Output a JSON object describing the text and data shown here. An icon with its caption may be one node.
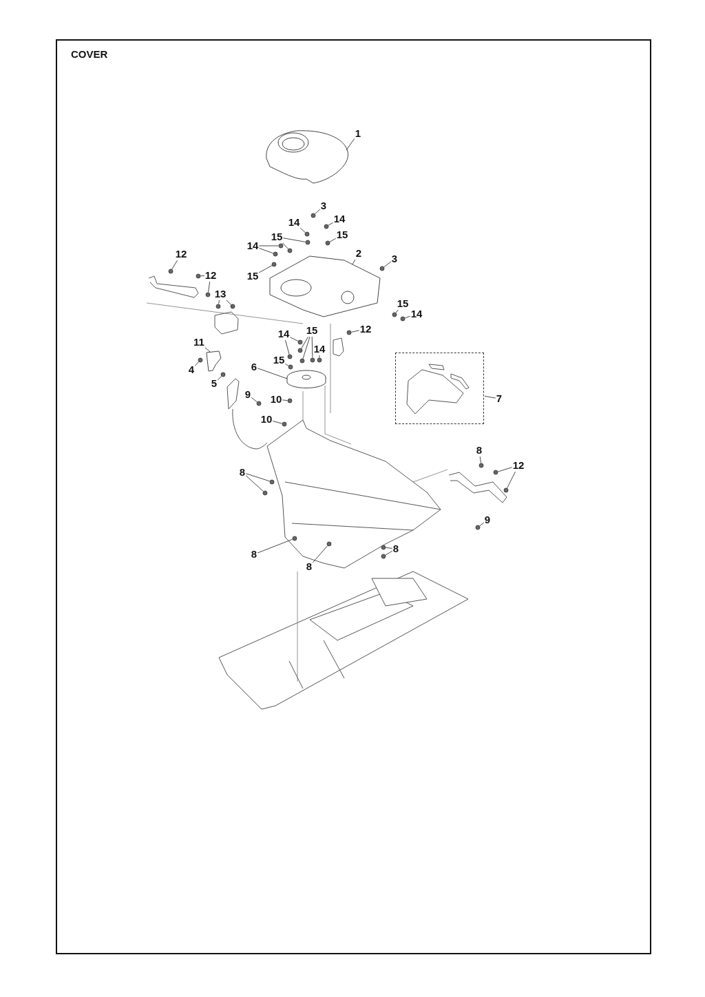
{
  "diagram": {
    "title": "COVER",
    "nodes": [
      {
        "text": [
          "1"
        ]
      },
      {
        "text": [
          "3"
        ]
      },
      {
        "text": [
          "14"
        ]
      },
      {
        "text": [
          "14"
        ]
      },
      {
        "text": [
          "15"
        ]
      },
      {
        "text": [
          "15"
        ]
      },
      {
        "text": [
          "14"
        ]
      },
      {
        "text": [
          "15"
        ]
      },
      {
        "text": [
          "2"
        ]
      },
      {
        "text": [
          "3"
        ]
      },
      {
        "text": [
          "12"
        ]
      },
      {
        "text": [
          "12"
        ]
      },
      {
        "text": [
          "13"
        ]
      },
      {
        "text": [
          "15"
        ]
      },
      {
        "text": [
          "14"
        ]
      },
      {
        "text": [
          "12"
        ]
      },
      {
        "text": [
          "14"
        ]
      },
      {
        "text": [
          "15"
        ]
      },
      {
        "text": [
          "14"
        ]
      },
      {
        "text": [
          "15"
        ]
      },
      {
        "text": [
          "11"
        ]
      },
      {
        "text": [
          "4"
        ]
      },
      {
        "text": [
          "5"
        ]
      },
      {
        "text": [
          "6"
        ]
      },
      {
        "text": [
          "9"
        ]
      },
      {
        "text": [
          "10"
        ]
      },
      {
        "text": [
          "10"
        ]
      },
      {
        "text": [
          "7"
        ]
      },
      {
        "text": [
          "8"
        ]
      },
      {
        "text": [
          "12"
        ]
      },
      {
        "text": [
          "8"
        ]
      },
      {
        "text": [
          "9"
        ]
      },
      {
        "text": [
          "8"
        ]
      },
      {
        "text": [
          "8"
        ]
      },
      {
        "text": [
          "8"
        ]
      },
      {
        "text": [],
        "shape": "box"
      },
      {
        "text": [],
        "shape": "picture"
      },
      {
        "text": [],
        "shape": "circle"
      },
      {
        "text": [],
        "shape": "circle"
      },
      {
        "text": [],
        "shape": "circle"
      },
      {
        "text": [],
        "shape": "circle"
      },
      {
        "text": [],
        "shape": "circle"
      },
      {
        "text": [],
        "shape": "circle"
      },
      {
        "text": [],
        "shape": "circle"
      },
      {
        "text": [],
        "shape": "circle"
      },
      {
        "text": [],
        "shape": "circle"
      },
      {
        "text": [],
        "shape": "picture"
      },
      {
        "text": [],
        "shape": "circle"
      },
      {
        "text": [],
        "shape": "circle"
      },
      {
        "text": [],
        "shape": "circle"
      },
      {
        "text": [],
        "shape": "circle"
      },
      {
        "text": [],
        "shape": "circle"
      },
      {
        "text": [],
        "shape": "circle"
      },
      {
        "text": [],
        "shape": "circle"
      },
      {
        "text": [],
        "shape": "circle"
      },
      {
        "text": [],
        "shape": "circle"
      },
      {
        "text": [],
        "shape": "circle"
      },
      {
        "text": [],
        "shape": "circle"
      },
      {
        "text": [],
        "shape": "circle"
      },
      {
        "text": [],
        "shape": "circle"
      },
      {
        "text": [],
        "shape": "circle"
      },
      {
        "text": [],
        "shape": "circle"
      },
      {
        "text": [],
        "shape": "circle"
      },
      {
        "text": [],
        "shape": "picture"
      },
      {
        "text": [],
        "shape": "circle"
      },
      {
        "text": [],
        "shape": "circle"
      },
      {
        "text": [],
        "shape": "picture"
      },
      {
        "text": [],
        "shape": "circle"
      },
      {
        "text": [],
        "shape": "circle"
      },
      {
        "text": [],
        "shape": "circle"
      },
      {
        "text": [],
        "shape": "circle"
      },
      {
        "text": [],
        "shape": "circle"
      },
      {
        "text": [],
        "shape": "circle"
      },
      {
        "text": [],
        "shape": "circle"
      },
      {
        "text": [],
        "shape": "circle"
      },
      {
        "text": [],
        "shape": "circle"
      },
      {
        "text": [],
        "shape": "circle"
      },
      {
        "text": [],
        "shape": "circle"
      },
      {
        "text": [],
        "shape": "circle"
      },
      {
        "text": [],
        "shape": "circle"
      }
    ],
    "edges": [
      {
        "from": 0,
        "to": 36,
        "arrow": "none"
      },
      {
        "from": 1,
        "to": 37,
        "arrow": "none"
      },
      {
        "from": 2,
        "to": 38,
        "arrow": "none"
      },
      {
        "from": 3,
        "to": 39,
        "arrow": "none"
      },
      {
        "from": 4,
        "to": 40,
        "arrow": "none"
      },
      {
        "from": 4,
        "to": 41,
        "arrow": "none"
      },
      {
        "from": 5,
        "to": 42,
        "arrow": "none"
      },
      {
        "from": 6,
        "to": 43,
        "arrow": "none"
      },
      {
        "from": 6,
        "to": 44,
        "arrow": "none"
      },
      {
        "from": 7,
        "to": 45,
        "arrow": "none"
      },
      {
        "from": 8,
        "to": 46,
        "arrow": "none"
      },
      {
        "from": 9,
        "to": 47,
        "arrow": "none"
      },
      {
        "from": 10,
        "to": 48,
        "arrow": "none"
      },
      {
        "from": 11,
        "to": 49,
        "arrow": "none"
      },
      {
        "from": 11,
        "to": 50,
        "arrow": "none"
      },
      {
        "from": 12,
        "to": 51,
        "arrow": "none"
      },
      {
        "from": 12,
        "to": 52,
        "arrow": "none"
      },
      {
        "from": 13,
        "to": 53,
        "arrow": "none"
      },
      {
        "from": 14,
        "to": 54,
        "arrow": "none"
      },
      {
        "from": 15,
        "to": 55,
        "arrow": "none"
      },
      {
        "from": 16,
        "to": 56,
        "arrow": "none"
      },
      {
        "from": 16,
        "to": 57,
        "arrow": "none"
      },
      {
        "from": 17,
        "to": 58,
        "arrow": "none"
      },
      {
        "from": 17,
        "to": 59,
        "arrow": "none"
      },
      {
        "from": 17,
        "to": 60,
        "arrow": "none"
      },
      {
        "from": 18,
        "to": 61,
        "arrow": "none"
      },
      {
        "from": 19,
        "to": 62,
        "arrow": "none"
      },
      {
        "from": 20,
        "to": 63,
        "arrow": "none"
      },
      {
        "from": 21,
        "to": 64,
        "arrow": "none"
      },
      {
        "from": 22,
        "to": 65,
        "arrow": "none"
      },
      {
        "from": 23,
        "to": 66,
        "arrow": "none"
      },
      {
        "from": 24,
        "to": 67,
        "arrow": "none"
      },
      {
        "from": 25,
        "to": 68,
        "arrow": "none"
      },
      {
        "from": 26,
        "to": 69,
        "arrow": "none"
      },
      {
        "from": 27,
        "to": 35,
        "arrow": "none"
      },
      {
        "from": 28,
        "to": 70,
        "arrow": "none"
      },
      {
        "from": 29,
        "to": 71,
        "arrow": "none"
      },
      {
        "from": 29,
        "to": 72,
        "arrow": "none"
      },
      {
        "from": 30,
        "to": 73,
        "arrow": "none"
      },
      {
        "from": 30,
        "to": 74,
        "arrow": "none"
      },
      {
        "from": 31,
        "to": 75,
        "arrow": "none"
      },
      {
        "from": 32,
        "to": 76,
        "arrow": "none"
      },
      {
        "from": 33,
        "to": 77,
        "arrow": "none"
      },
      {
        "from": 33,
        "to": 78,
        "arrow": "none"
      },
      {
        "from": 34,
        "to": 79,
        "arrow": "none"
      }
    ]
  }
}
